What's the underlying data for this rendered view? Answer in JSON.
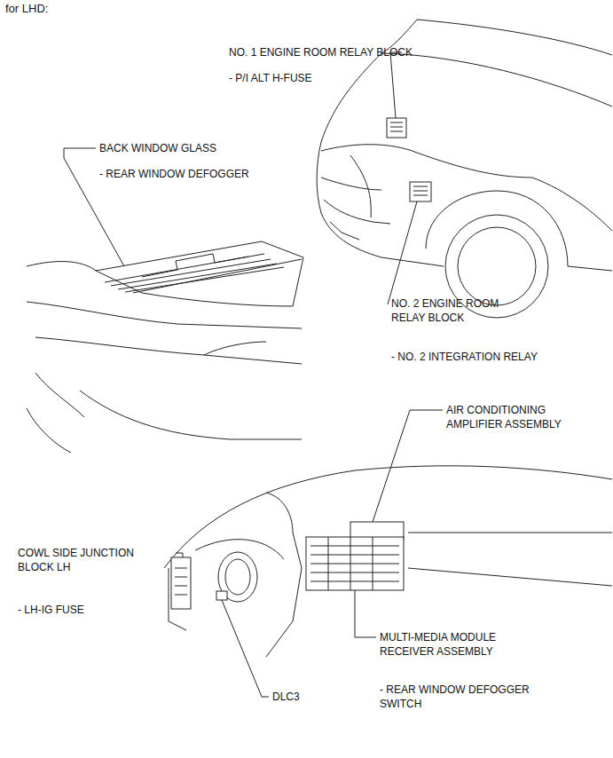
{
  "diagram": {
    "title": "for LHD:",
    "labels": [
      "NO. 1 ENGINE ROOM RELAY BLOCK",
      "- P/I ALT H-FUSE",
      "BACK WINDOW GLASS",
      "- REAR WINDOW DEFOGGER",
      "NO. 2 ENGINE ROOM RELAY BLOCK",
      "- NO. 2 INTEGRATION RELAY",
      "AIR CONDITIONING AMPLIFIER ASSEMBLY",
      "COWL SIDE JUNCTION BLOCK LH",
      "- LH-IG FUSE",
      "MULTI-MEDIA MODULE RECEIVER ASSEMBLY",
      "DLC3",
      "- REAR WINDOW DEFOGGER SWITCH"
    ]
  }
}
